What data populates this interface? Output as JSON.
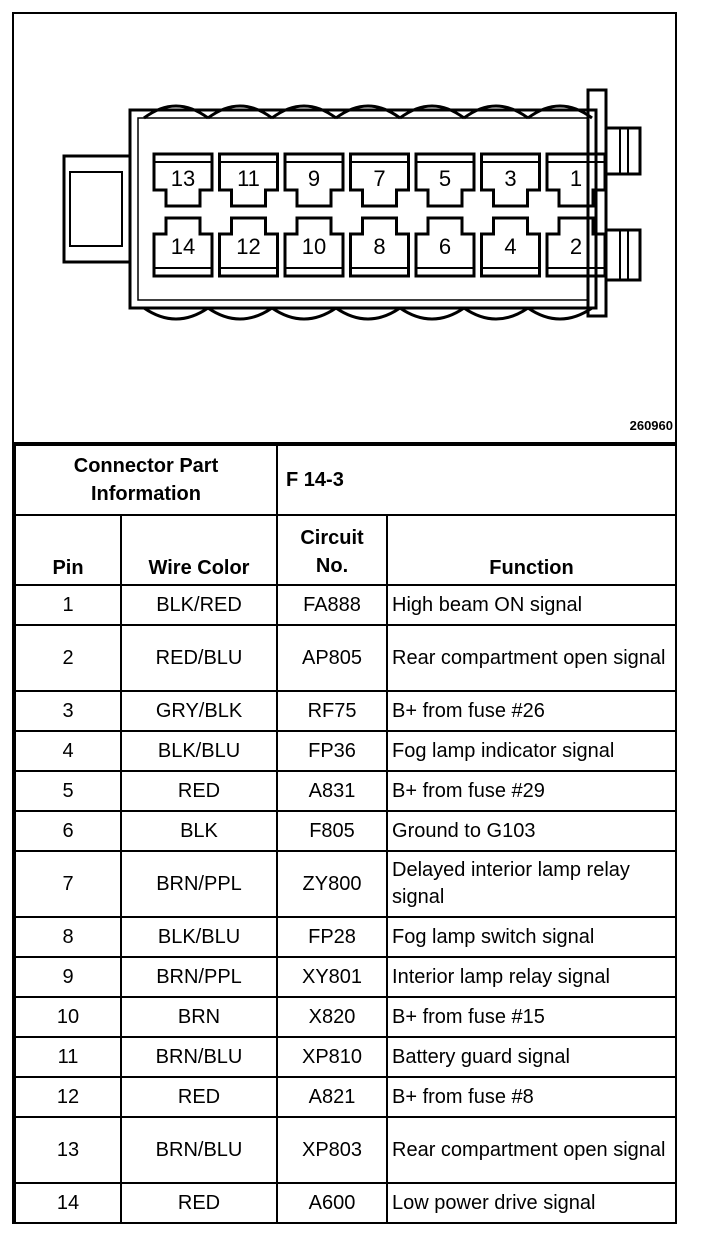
{
  "figure_id": "260960",
  "pins_top": [
    "13",
    "11",
    "9",
    "7",
    "5",
    "3",
    "1"
  ],
  "pins_bottom": [
    "14",
    "12",
    "10",
    "8",
    "6",
    "4",
    "2"
  ],
  "connector": {
    "label": "Connector Part Information",
    "value": "F 14-3"
  },
  "headers": {
    "pin": "Pin",
    "wire_color": "Wire Color",
    "circuit_no": "Circuit No.",
    "function": "Function"
  },
  "rows": [
    {
      "pin": "1",
      "wire": "BLK/RED",
      "circuit": "FA888",
      "function": "High beam ON signal"
    },
    {
      "pin": "2",
      "wire": "RED/BLU",
      "circuit": "AP805",
      "function": "Rear compartment open signal"
    },
    {
      "pin": "3",
      "wire": "GRY/BLK",
      "circuit": "RF75",
      "function": "B+ from fuse #26"
    },
    {
      "pin": "4",
      "wire": "BLK/BLU",
      "circuit": "FP36",
      "function": "Fog lamp indicator signal"
    },
    {
      "pin": "5",
      "wire": "RED",
      "circuit": "A831",
      "function": "B+ from fuse #29"
    },
    {
      "pin": "6",
      "wire": "BLK",
      "circuit": "F805",
      "function": "Ground to G103"
    },
    {
      "pin": "7",
      "wire": "BRN/PPL",
      "circuit": "ZY800",
      "function": "Delayed interior lamp relay signal"
    },
    {
      "pin": "8",
      "wire": "BLK/BLU",
      "circuit": "FP28",
      "function": "Fog lamp switch signal"
    },
    {
      "pin": "9",
      "wire": "BRN/PPL",
      "circuit": "XY801",
      "function": "Interior lamp relay signal"
    },
    {
      "pin": "10",
      "wire": "BRN",
      "circuit": "X820",
      "function": "B+ from fuse #15"
    },
    {
      "pin": "11",
      "wire": "BRN/BLU",
      "circuit": "XP810",
      "function": "Battery guard signal"
    },
    {
      "pin": "12",
      "wire": "RED",
      "circuit": "A821",
      "function": "B+ from fuse #8"
    },
    {
      "pin": "13",
      "wire": "BRN/BLU",
      "circuit": "XP803",
      "function": "Rear compartment open signal"
    },
    {
      "pin": "14",
      "wire": "RED",
      "circuit": "A600",
      "function": "Low power drive signal"
    }
  ]
}
